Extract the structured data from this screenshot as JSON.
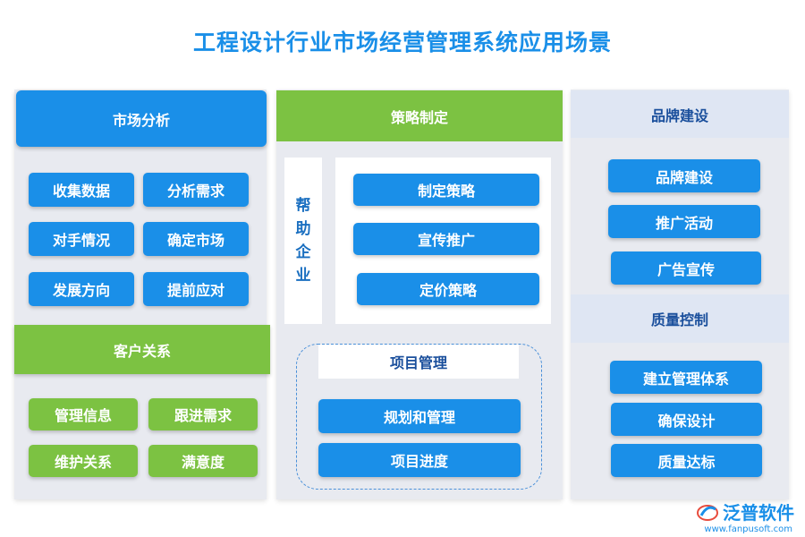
{
  "title": "工程设计行业市场经营管理系统应用场景",
  "colors": {
    "blue": "#1a8fe8",
    "green": "#7cc242",
    "panel": "#e8eaf0",
    "header_light": "#dfe6f3"
  },
  "market": {
    "header": "市场分析",
    "items": [
      "收集数据",
      "分析需求",
      "对手情况",
      "确定市场",
      "发展方向",
      "提前应对"
    ]
  },
  "customer": {
    "header": "客户关系",
    "items": [
      "管理信息",
      "跟进需求",
      "维护关系",
      "满意度"
    ]
  },
  "strategy": {
    "header": "策略制定",
    "side_label": [
      "帮",
      "助",
      "企",
      "业"
    ],
    "items": [
      "制定策略",
      "宣传推广",
      "定价策略"
    ]
  },
  "project": {
    "header": "项目管理",
    "items": [
      "规划和管理",
      "项目进度"
    ]
  },
  "brand": {
    "header": "品牌建设",
    "items": [
      "品牌建设",
      "推广活动",
      "广告宣传"
    ]
  },
  "quality": {
    "header": "质量控制",
    "items": [
      "建立管理体系",
      "确保设计",
      "质量达标"
    ]
  },
  "logo": {
    "name": "泛普软件",
    "url": "www.fanpusoft.com",
    "icon": "fanpu-logo-icon"
  }
}
